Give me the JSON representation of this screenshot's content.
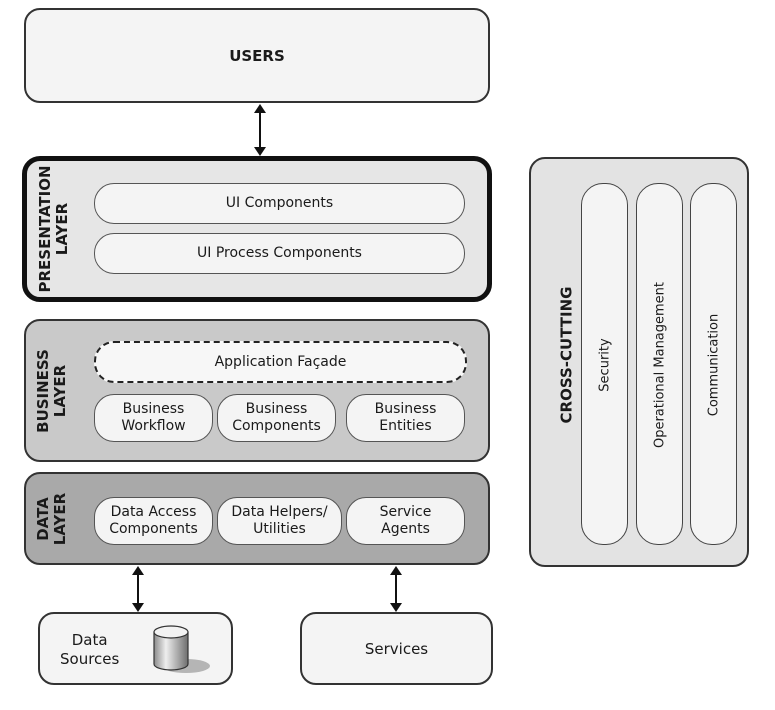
{
  "users": {
    "label": "USERS"
  },
  "presentation": {
    "label_line1": "PRESENTATION",
    "label_line2": "LAYER",
    "components": [
      "UI Components",
      "UI Process Components"
    ]
  },
  "business": {
    "label_line1": "BUSINESS",
    "label_line2": "LAYER",
    "facade": "Application Façade",
    "components": [
      {
        "line1": "Business",
        "line2": "Workflow"
      },
      {
        "line1": "Business",
        "line2": "Components"
      },
      {
        "line1": "Business",
        "line2": "Entities"
      }
    ]
  },
  "data_layer": {
    "label_line1": "DATA",
    "label_line2": "LAYER",
    "components": [
      {
        "line1": "Data Access",
        "line2": "Components"
      },
      {
        "line1": "Data Helpers/",
        "line2": "Utilities"
      },
      {
        "line1": "Service",
        "line2": "Agents"
      }
    ]
  },
  "cross_cutting": {
    "label": "CROSS-CUTTING",
    "concerns": [
      "Security",
      "Operational Management",
      "Communication"
    ]
  },
  "external": {
    "data_sources_line1": "Data",
    "data_sources_line2": "Sources",
    "services": "Services"
  }
}
